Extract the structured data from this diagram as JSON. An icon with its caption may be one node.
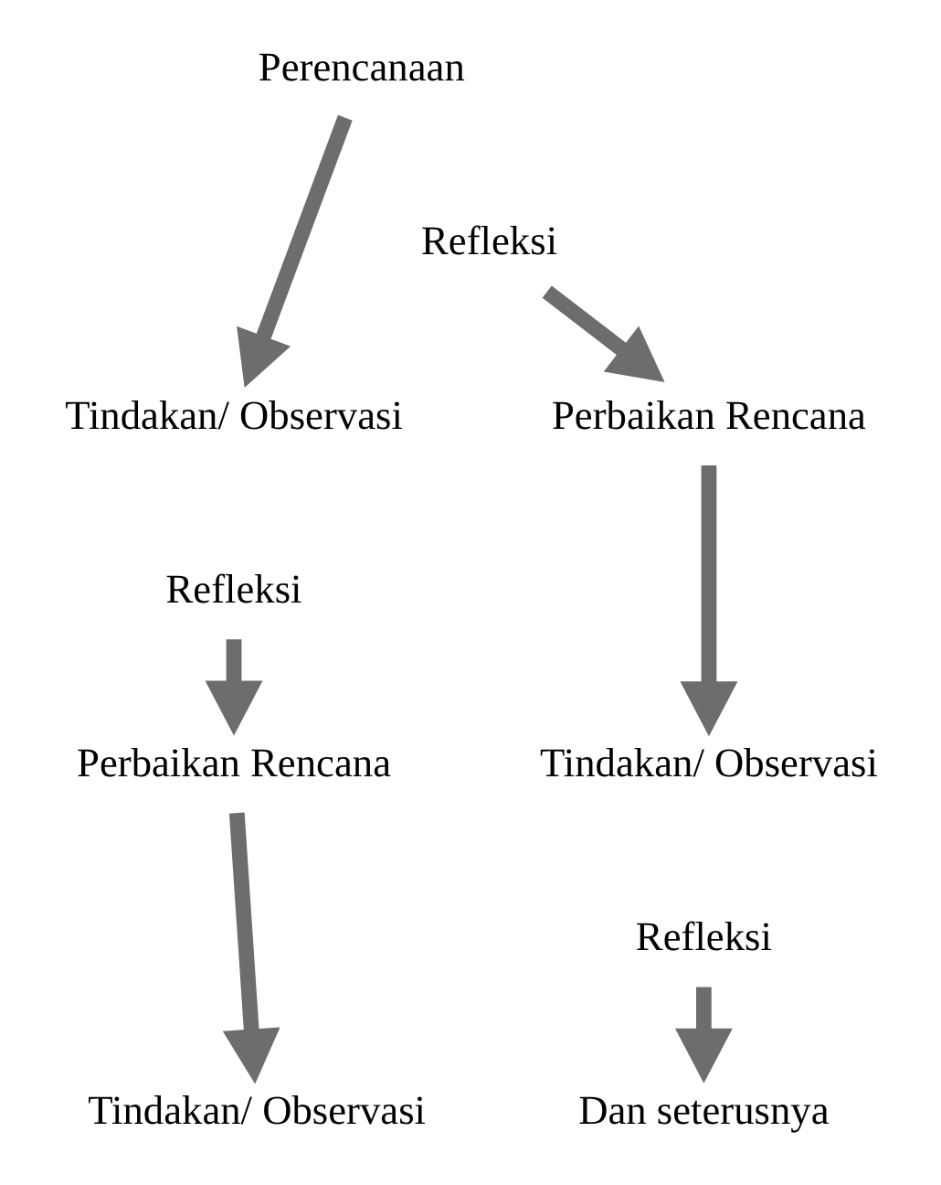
{
  "diagram": {
    "nodes": [
      {
        "text": [
          "Perencanaan"
        ]
      },
      {
        "text": [
          "Refleksi"
        ]
      },
      {
        "text": [
          "Tindakan/ Observasi"
        ]
      },
      {
        "text": [
          "Perbaikan Rencana"
        ]
      },
      {
        "text": [
          "Refleksi"
        ]
      },
      {
        "text": [
          "Tindakan/ Observasi"
        ]
      },
      {
        "text": [
          "Perbaikan Rencana"
        ]
      },
      {
        "text": [
          "Refleksi"
        ]
      },
      {
        "text": [
          "Tindakan/ Observasi"
        ]
      },
      {
        "text": [
          "Dan seterusnya"
        ]
      }
    ],
    "edges": [
      {
        "from": 0,
        "to": 2,
        "arrow": "to"
      },
      {
        "from": 1,
        "to": 3,
        "arrow": "to"
      },
      {
        "from": 3,
        "to": 5,
        "arrow": "to"
      },
      {
        "from": 4,
        "to": 6,
        "arrow": "to"
      },
      {
        "from": 6,
        "to": 8,
        "arrow": "to"
      },
      {
        "from": 7,
        "to": 9,
        "arrow": "to"
      }
    ]
  }
}
